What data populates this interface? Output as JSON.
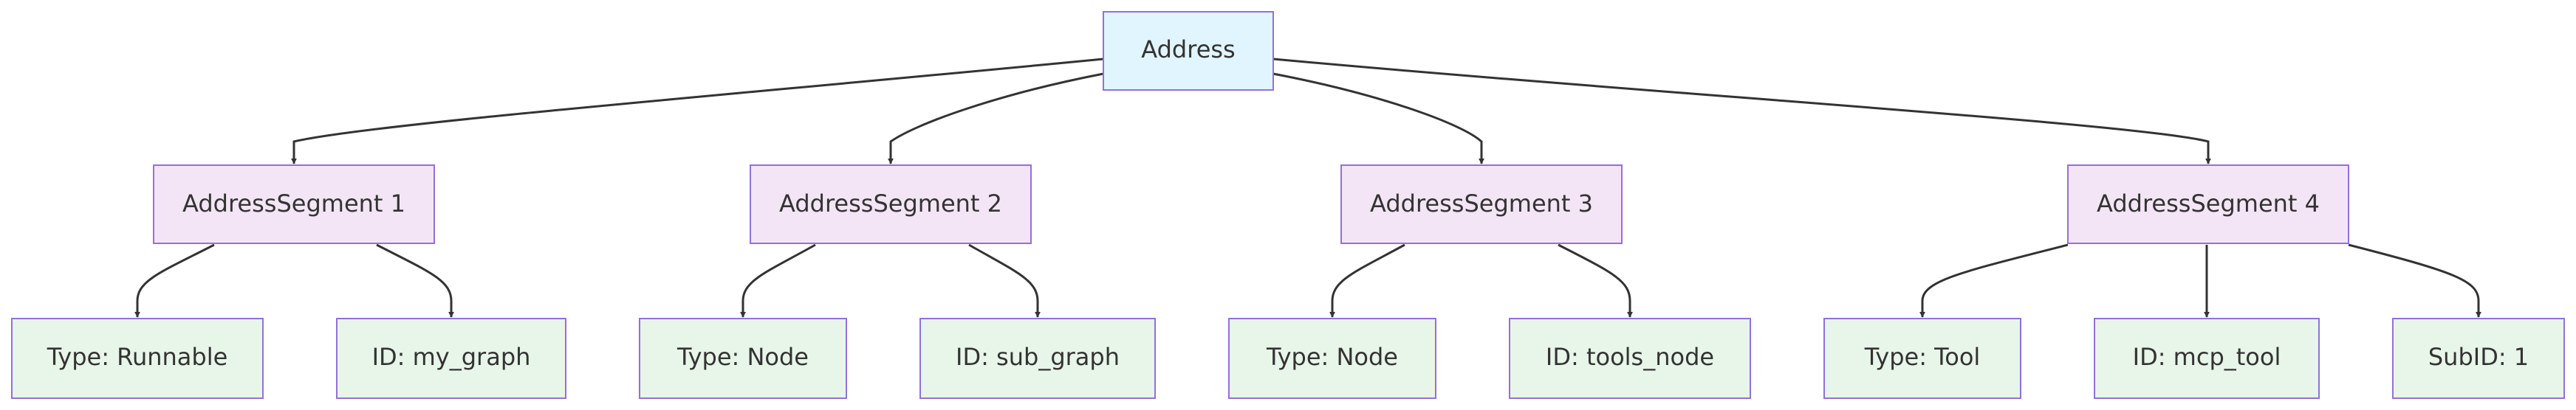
{
  "colors": {
    "root_fill": "#e1f5fe",
    "segment_fill": "#f3e5f5",
    "leaf_fill": "#e8f5e9",
    "border": "#9370db",
    "edge": "#333333"
  },
  "root": {
    "label": "Address"
  },
  "segments": [
    {
      "label": "AddressSegment 1"
    },
    {
      "label": "AddressSegment 2"
    },
    {
      "label": "AddressSegment 3"
    },
    {
      "label": "AddressSegment 4"
    }
  ],
  "leaves": [
    {
      "label": "Type: Runnable",
      "parent": 0
    },
    {
      "label": "ID: my_graph",
      "parent": 0
    },
    {
      "label": "Type: Node",
      "parent": 1
    },
    {
      "label": "ID: sub_graph",
      "parent": 1
    },
    {
      "label": "Type: Node",
      "parent": 2
    },
    {
      "label": "ID: tools_node",
      "parent": 2
    },
    {
      "label": "Type: Tool",
      "parent": 3
    },
    {
      "label": "ID: mcp_tool",
      "parent": 3
    },
    {
      "label": "SubID: 1",
      "parent": 3
    }
  ]
}
